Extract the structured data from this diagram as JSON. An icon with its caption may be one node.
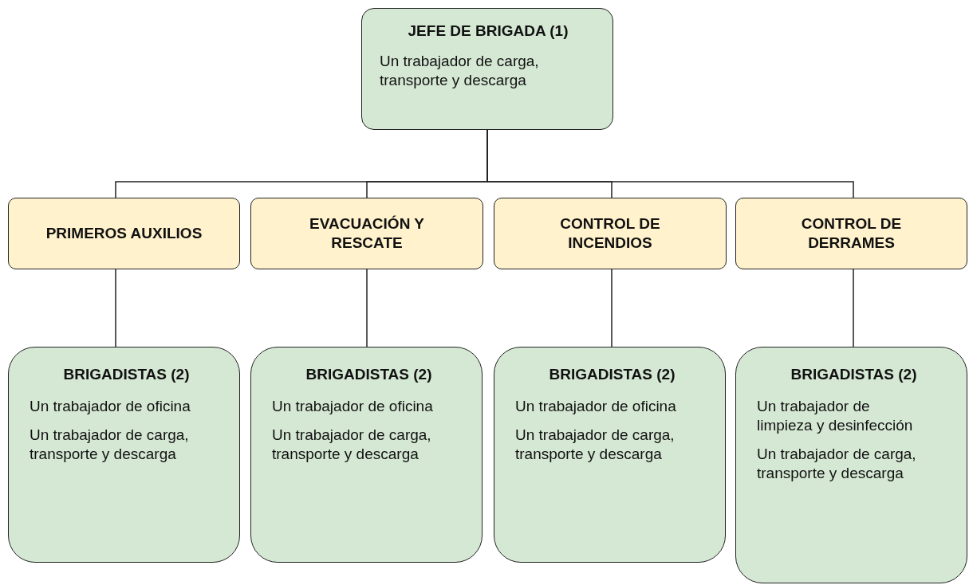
{
  "diagram": {
    "nodes": [
      {
        "text": [
          "JEFE DE BRIGADA (1)",
          "Un trabajador de carga, transporte y descarga"
        ]
      },
      {
        "text": [
          "PRIMEROS AUXILIOS"
        ]
      },
      {
        "text": [
          "EVACUACIÓN Y RESCATE"
        ]
      },
      {
        "text": [
          "CONTROL DE INCENDIOS"
        ]
      },
      {
        "text": [
          "CONTROL DE DERRAMES"
        ]
      },
      {
        "text": [
          "BRIGADISTAS (2)",
          "Un trabajador de oficina",
          "Un trabajador de carga, transporte y descarga"
        ]
      },
      {
        "text": [
          "BRIGADISTAS (2)",
          "Un trabajador de oficina",
          "Un trabajador de carga, transporte y descarga"
        ]
      },
      {
        "text": [
          "BRIGADISTAS (2)",
          "Un trabajador de oficina",
          "Un trabajador de carga, transporte y descarga"
        ]
      },
      {
        "text": [
          "BRIGADISTAS (2)",
          "Un trabajador de limpieza y desinfección",
          "Un trabajador de carga, transporte y descarga"
        ]
      }
    ],
    "edges": [
      {
        "from": 0,
        "to": 1,
        "arrow": "none"
      },
      {
        "from": 0,
        "to": 2,
        "arrow": "none"
      },
      {
        "from": 0,
        "to": 3,
        "arrow": "none"
      },
      {
        "from": 0,
        "to": 4,
        "arrow": "none"
      },
      {
        "from": 1,
        "to": 5,
        "arrow": "none"
      },
      {
        "from": 2,
        "to": 6,
        "arrow": "none"
      },
      {
        "from": 3,
        "to": 7,
        "arrow": "none"
      },
      {
        "from": 4,
        "to": 8,
        "arrow": "none"
      }
    ]
  }
}
